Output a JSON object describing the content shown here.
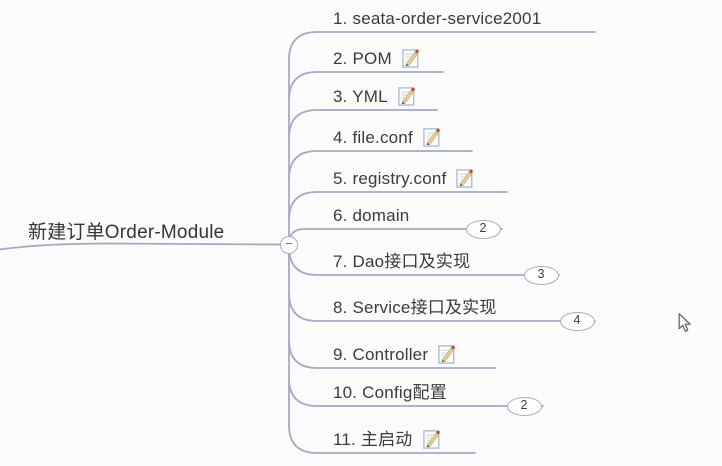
{
  "diagram": {
    "root": {
      "label": "新建订单Order-Module"
    },
    "collapse_button": {
      "symbol": "−"
    },
    "topics": [
      {
        "label": "1. seata-order-service2001",
        "icon": null,
        "badge": null
      },
      {
        "label": "2. POM",
        "icon": "edit-note",
        "badge": null
      },
      {
        "label": "3. YML",
        "icon": "edit-note",
        "badge": null
      },
      {
        "label": "4. file.conf",
        "icon": "edit-note",
        "badge": null
      },
      {
        "label": "5. registry.conf",
        "icon": "edit-note",
        "badge": null
      },
      {
        "label": "6. domain",
        "icon": null,
        "badge": "2"
      },
      {
        "label": "7. Dao接口及实现",
        "icon": null,
        "badge": "3"
      },
      {
        "label": "8. Service接口及实现",
        "icon": null,
        "badge": "4"
      },
      {
        "label": "9. Controller",
        "icon": "edit-note",
        "badge": null
      },
      {
        "label": "10. Config配置",
        "icon": null,
        "badge": "2"
      },
      {
        "label": "11. 主启动",
        "icon": "edit-note",
        "badge": null
      }
    ],
    "cursor": {
      "type": "arrow-pointer"
    },
    "colors": {
      "background": "#fbfbfb",
      "branch_line": "#a3abc4",
      "topic_text": "#3b3b3b",
      "badge_fill": "#ffffff",
      "note_icon_border": "#a9c1db",
      "note_icon_pencil": "#e9cd8d",
      "note_icon_dot": "#c4483a"
    }
  }
}
